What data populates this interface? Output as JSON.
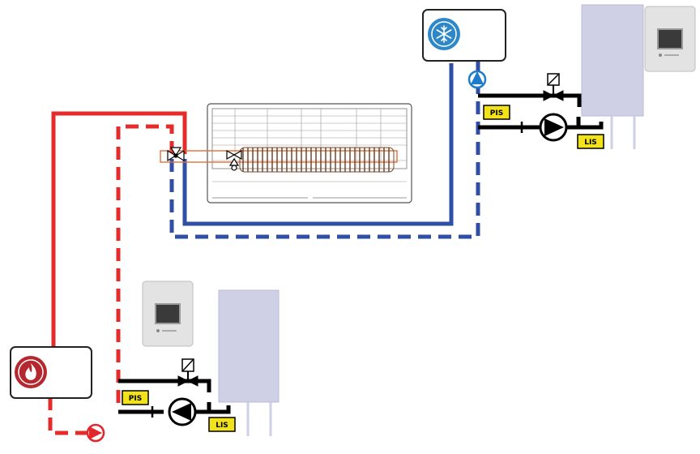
{
  "labels": {
    "cooling_pis": "PIS",
    "cooling_lis": "LIS",
    "heating_pis": "PIS",
    "heating_lis": "LIS"
  },
  "icons": {
    "cooling_unit": "snowflake-icon",
    "heating_unit": "flame-icon"
  },
  "colors": {
    "hot_line": "#e62b2b",
    "cold_line": "#2f4fa6",
    "tank_fill": "#cfcfe6",
    "tag_fill": "#f2e21c",
    "pump_blue": "#1e7cc8",
    "pump_red": "#e0282c",
    "heating_icon": "#b6282f",
    "cooling_icon": "#2e88c7"
  }
}
